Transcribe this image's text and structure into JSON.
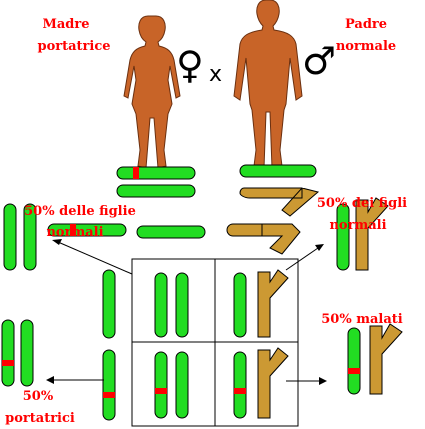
{
  "labels": {
    "mother_line1": "Madre",
    "mother_line2": "portatrice",
    "father_line1": "Padre",
    "father_line2": "normale",
    "female_symbol": "♀",
    "male_symbol": "♂",
    "cross": "x",
    "normal_daughters_line1": "50% delle figlie",
    "normal_daughters_line2": "normali",
    "normal_sons_line1": "50% dei figli",
    "normal_sons_line2": "normali",
    "sick_label": "50% malati",
    "carrier_line1": "50%",
    "carrier_line2": "portatrici"
  },
  "colors": {
    "x_chromosome": "#22dd22",
    "y_chromosome": "#cc9933",
    "mutation": "#ff0000",
    "person": "#c86428",
    "label": "#ff0000"
  }
}
